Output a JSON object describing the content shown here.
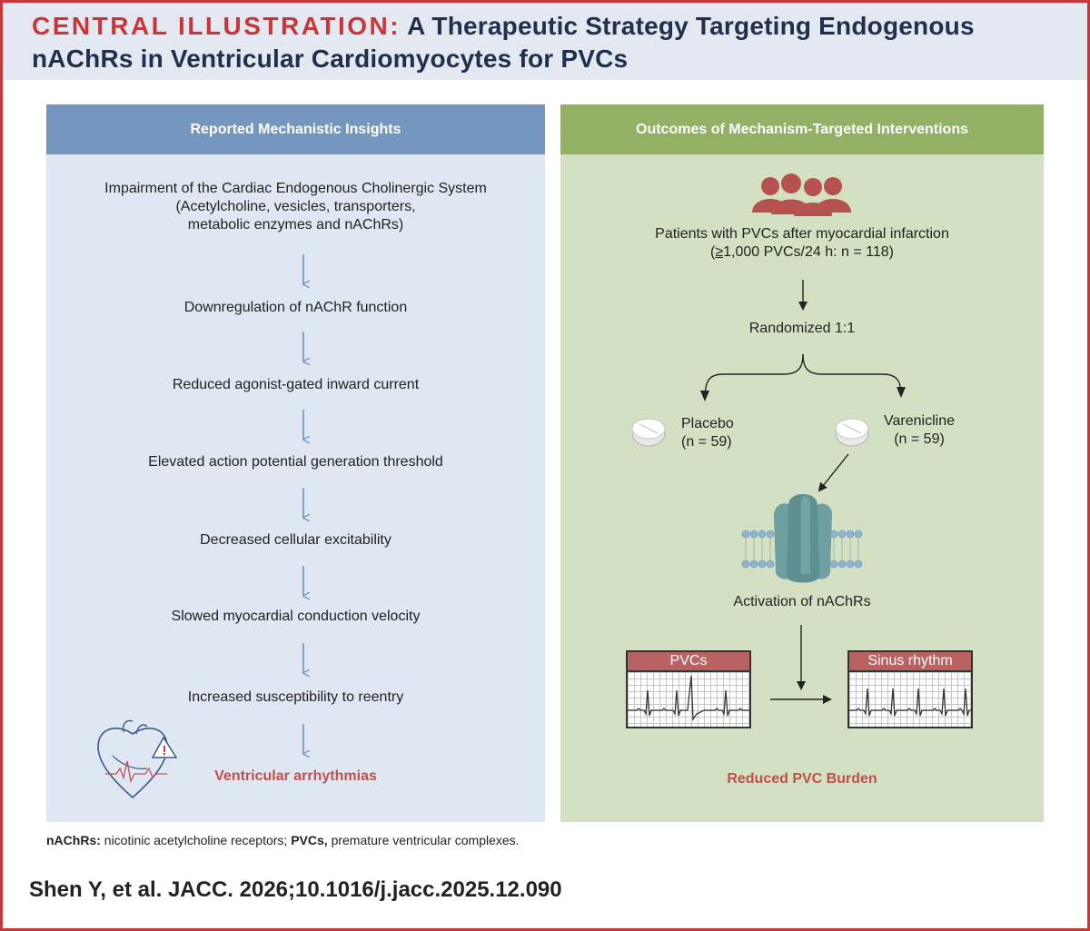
{
  "header": {
    "label": "CENTRAL ILLUSTRATION:",
    "title_line1": "A Therapeutic Strategy Targeting Endogenous",
    "title_line2": "nAChRs in Ventricular Cardiomyocytes for PVCs"
  },
  "left_panel": {
    "title": "Reported Mechanistic Insights",
    "steps": [
      [
        "Impairment of the Cardiac Endogenous Cholinergic System",
        "(Acetylcholine, vesicles, transporters,",
        "metabolic enzymes and nAChRs)"
      ],
      [
        "Downregulation of nAChR function"
      ],
      [
        "Reduced agonist-gated inward current"
      ],
      [
        "Elevated action potential generation threshold"
      ],
      [
        "Decreased cellular excitability"
      ],
      [
        "Slowed myocardial conduction velocity"
      ],
      [
        "Increased susceptibility to reentry"
      ]
    ],
    "outcome": "Ventricular arrhythmias",
    "heart_icon": "heart-warning-icon",
    "warning_symbol": "!"
  },
  "right_panel": {
    "title": "Outcomes of Mechanism-Targeted Interventions",
    "patients_icon": "people-group-icon",
    "patients_line1": "Patients with PVCs after myocardial infarction",
    "patients_line2_symbol": "≥",
    "patients_line2_rest": "1,000 PVCs/24 h: n = 118)",
    "patients_line2_open": "(",
    "randomized": "Randomized 1:1",
    "placebo_label": "Placebo",
    "placebo_n": "(n = 59)",
    "varenicline_label": "Varenicline",
    "varenicline_n": "(n = 59)",
    "receptor_icon": "nachr-receptor-icon",
    "activation": "Activation of nAChRs",
    "ecg_left_label": "PVCs",
    "ecg_right_label": "Sinus rhythm",
    "outcome": "Reduced PVC Burden"
  },
  "footnote": {
    "term1": "nAChRs:",
    "def1": " nicotinic acetylcholine receptors; ",
    "term2": "PVCs,",
    "def2": " premature ventricular complexes."
  },
  "citation": "Shen Y, et al. JACC. 2026;10.1016/j.jacc.2025.12.090",
  "colors": {
    "accent_red": "#c8363a",
    "title_navy": "#1f2f4e",
    "left_header": "#7596bf",
    "left_panel": "#dfe7f2",
    "right_header": "#93b165",
    "right_panel": "#d3e1c2",
    "arrow_blue": "#6f93c4",
    "outcome_red": "#c0504d",
    "ecg_label": "#b86362"
  }
}
